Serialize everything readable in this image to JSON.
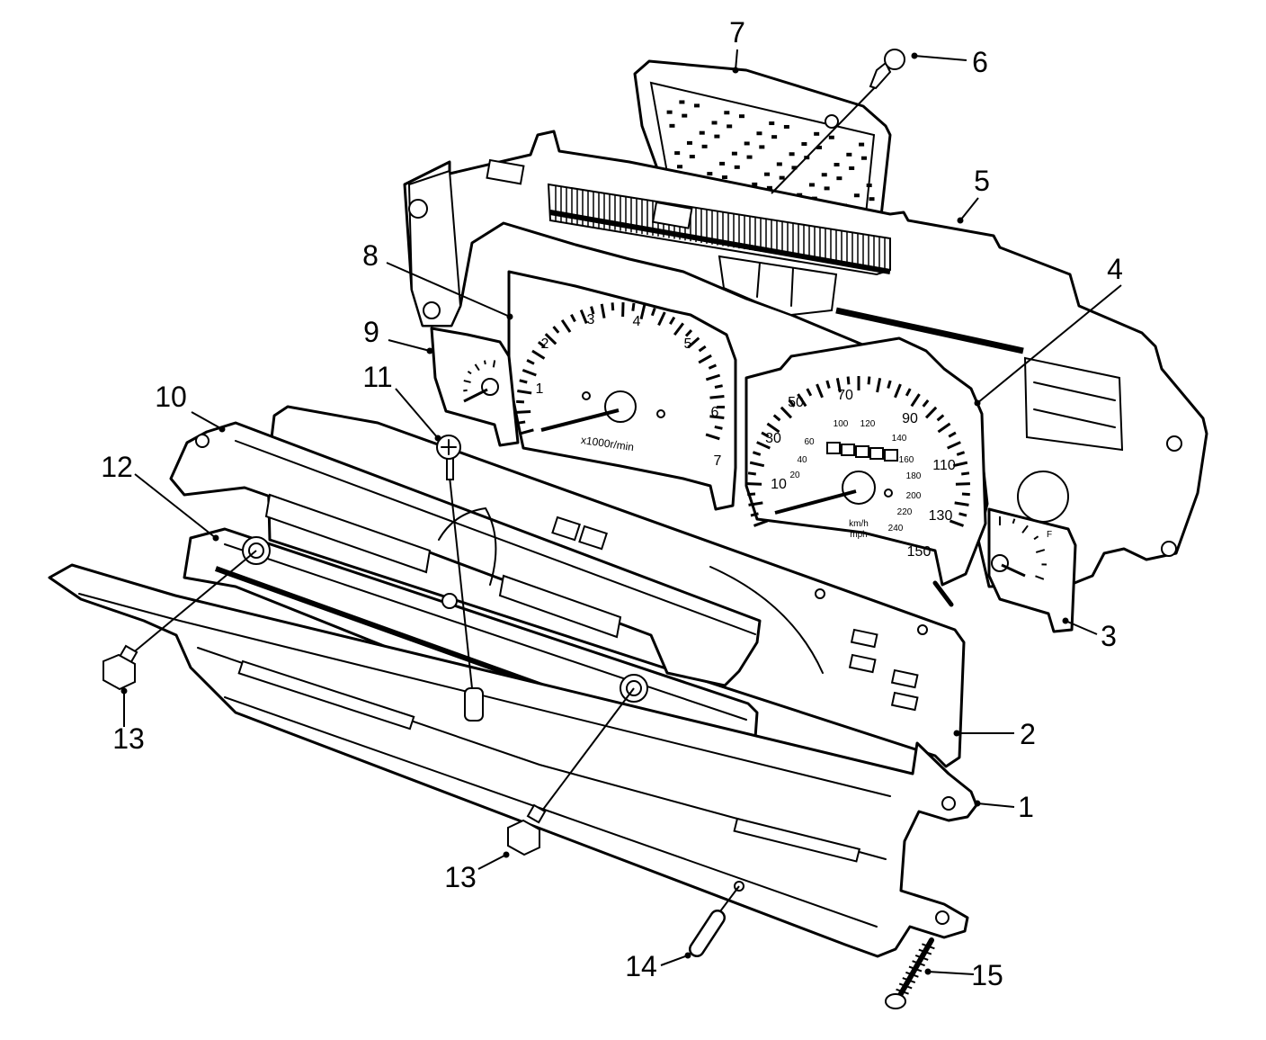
{
  "callouts": {
    "c1": "1",
    "c2": "2",
    "c3": "3",
    "c4": "4",
    "c5": "5",
    "c6": "6",
    "c7": "7",
    "c8": "8",
    "c9": "9",
    "c10": "10",
    "c11": "11",
    "c12": "12",
    "c13a": "13",
    "c13b": "13",
    "c14": "14",
    "c15": "15"
  },
  "tachometer": {
    "numbers": [
      "1",
      "2",
      "3",
      "4",
      "5",
      "6",
      "7"
    ],
    "unit": "x1000r/min"
  },
  "speedometer": {
    "mph": [
      "10",
      "30",
      "50",
      "70",
      "90",
      "110",
      "130",
      "150"
    ],
    "kmh": [
      "20",
      "40",
      "60",
      "100",
      "120",
      "140",
      "160",
      "180",
      "200",
      "220",
      "240"
    ],
    "unit_kmh": "km/h",
    "unit_mph": "mph"
  },
  "fuel_gauge": {
    "full_mark": "F"
  }
}
